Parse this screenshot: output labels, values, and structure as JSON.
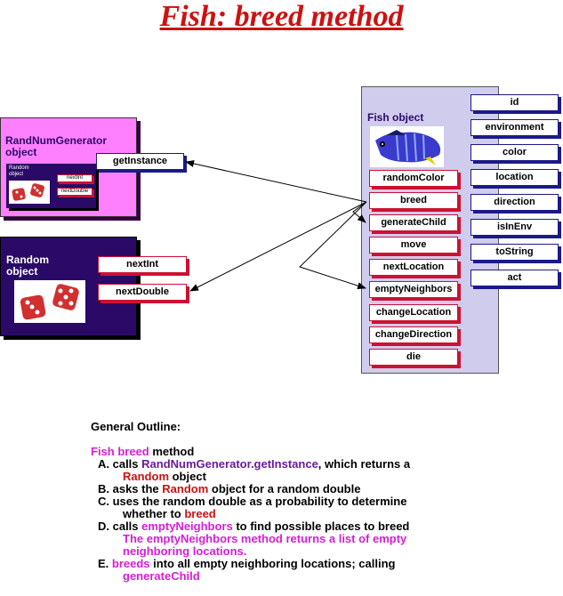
{
  "title": "Fish: breed method",
  "randnum": {
    "label_line1": "RandNumGenerator",
    "label_line2": "object",
    "button": "getInstance",
    "inner_label": "Random object",
    "inner_btn1": "nextInt",
    "inner_btn2": "nextDouble"
  },
  "random": {
    "label_line1": "Random",
    "label_line2": "object",
    "btn1": "nextInt",
    "btn2": "nextDouble"
  },
  "fish": {
    "label": "Fish object",
    "methods": [
      "randomColor",
      "breed",
      "generateChild",
      "move",
      "nextLocation",
      "emptyNeighbors",
      "changeLocation",
      "changeDirection",
      "die"
    ],
    "accessors": [
      "id",
      "environment",
      "color",
      "location",
      "direction",
      "isInEnv",
      "toString",
      "act"
    ]
  },
  "outline": {
    "heading": "General Outline:",
    "l1_a": "Fish breed",
    "l1_b": " method",
    "A_prefix": "A.  calls ",
    "A_call": "RandNumGenerator.getInstance",
    "A_suffix": ", which returns a",
    "A2_red": "Random",
    "A2_rest": " object",
    "B_prefix": "B.  asks the ",
    "B_red": "Random",
    "B_rest": " object for a random double",
    "C_line1": "C.  uses the random double as a probability to determine",
    "C2_prefix": "whether to ",
    "C2_red": "breed",
    "D_prefix": "D.  calls ",
    "D_mag": "emptyNeighbors",
    "D_rest": " to find possible places to breed",
    "D2": "The emptyNeighbors method returns a list of empty",
    "D3": "neighboring locations.",
    "E_prefix": "E.  ",
    "E_mag": "breeds",
    "E_rest": " into all empty neighboring locations; calling",
    "E2": "generateChild"
  },
  "colors": {
    "title_red": "#cc1111",
    "randnum_bg": "#ff80ff",
    "random_bg": "#2a0a66",
    "fish_bg": "#d0ccee",
    "red_shadow": "#cc1133",
    "blue_shadow": "#1a1a8a",
    "purple_text": "#6a1a9e",
    "magenta_text": "#d61ed6"
  }
}
